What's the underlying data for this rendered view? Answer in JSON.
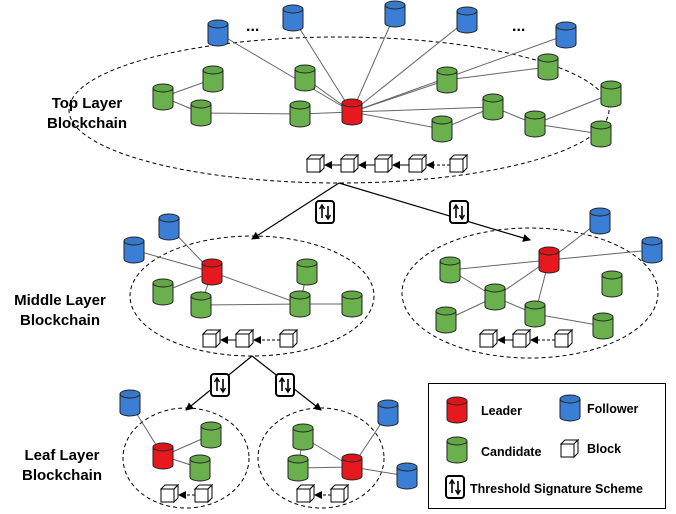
{
  "labels": {
    "top": "Top Layer\nBlockchain",
    "middle": "Middle Layer\nBlockchain",
    "leaf": "Leaf Layer\nBlockchain"
  },
  "legend": {
    "leader": "Leader",
    "follower": "Follower",
    "candidate": "Candidate",
    "block": "Block",
    "tss": "Threshold Signature Scheme"
  },
  "ellipsis": "...",
  "colors": {
    "leader": "#e8191e",
    "leader_dark": "#b01013",
    "follower": "#3a7fd5",
    "follower_dark": "#2a62a8",
    "candidate": "#6ab04c",
    "candidate_dark": "#4d8a35",
    "block": "#ffffff"
  },
  "icons": [
    "leader-icon",
    "follower-icon",
    "candidate-icon",
    "block-icon",
    "threshold-signature-icon"
  ]
}
